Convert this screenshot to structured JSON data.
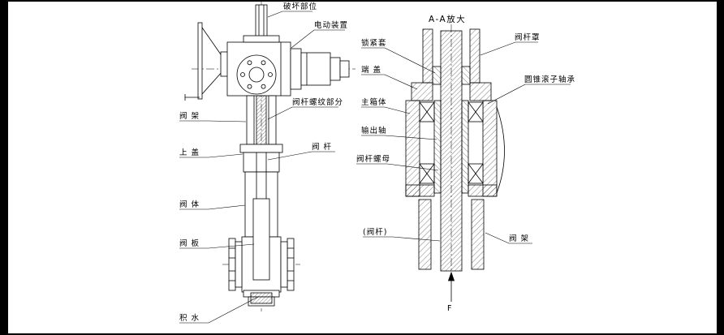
{
  "frame": {
    "background": "#ffffff",
    "border_color": "#000000",
    "line_color": "#000000"
  },
  "left_view": {
    "labels": {
      "damage_part": "破坏部位",
      "electric_actuator": "电动装置",
      "stem_thread_part": "阀杆螺纹部分",
      "stem": "阀 杆",
      "yoke": "阀 架",
      "bonnet": "上 盖",
      "body": "阀 体",
      "gate": "阀 板",
      "water": "积 水"
    }
  },
  "right_view": {
    "title": "A-A放大",
    "labels": {
      "lock_sleeve": "锁紧套",
      "end_cover": "端 盖",
      "main_housing": "主箱体",
      "output_shaft": "输出轴",
      "stem_nut": "阀杆螺母",
      "stem_cover": "阀杆罩",
      "taper_roller_bearing": "圆锥滚子轴承",
      "stem_paren": "(阀杆)",
      "yoke": "阀 架",
      "force_arrow": "F"
    }
  }
}
